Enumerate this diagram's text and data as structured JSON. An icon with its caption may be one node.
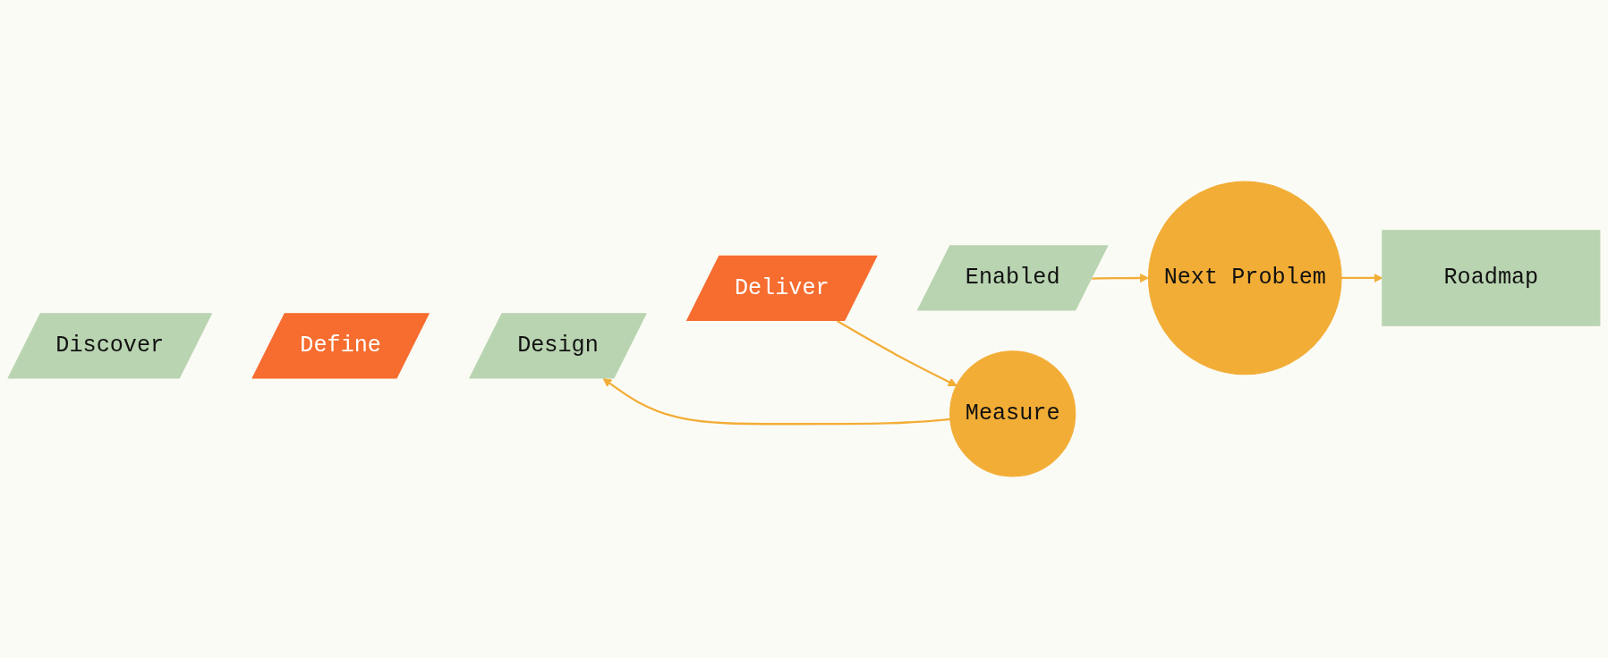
{
  "diagram": {
    "nodes": [
      {
        "text": [
          "Next Problem"
        ]
      },
      {
        "text": [
          "Roadmap"
        ]
      },
      {
        "text": [
          "Discover"
        ]
      },
      {
        "text": [
          "Define"
        ]
      },
      {
        "text": [
          "Design"
        ]
      },
      {
        "text": [
          "Deliver"
        ]
      },
      {
        "text": [
          "Enabled"
        ]
      },
      {
        "text": [
          "Measure"
        ]
      }
    ],
    "edges": [
      {
        "from": 0,
        "to": 1,
        "arrow": "to"
      },
      {
        "from": 6,
        "to": 0,
        "arrow": "to"
      },
      {
        "from": 7,
        "to": 4,
        "arrow": "to"
      },
      {
        "from": 5,
        "to": 7,
        "arrow": "to"
      }
    ]
  }
}
